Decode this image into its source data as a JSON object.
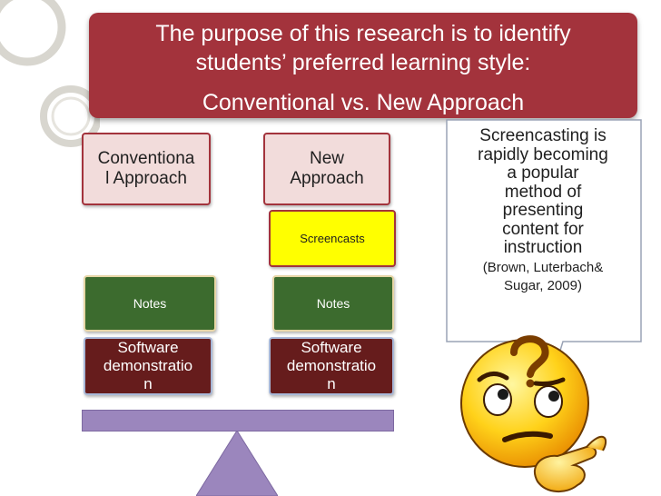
{
  "banner": {
    "line1": "The purpose of this research is to identify",
    "line2": "students’ preferred learning style:",
    "line3": "Conventional vs. New Approach"
  },
  "conventional": {
    "title_line1": "Conventiona",
    "title_line2": "l Approach",
    "notes": "Notes",
    "software_line1": "Software",
    "software_line2": "demonstratio",
    "software_line3": "n"
  },
  "new_approach": {
    "title_line1": "New",
    "title_line2": "Approach",
    "screencasts": "Screencasts",
    "notes": "Notes",
    "software_line1": "Software",
    "software_line2": "demonstratio",
    "software_line3": "n"
  },
  "bubble": {
    "lines": [
      "Screencasting is",
      "rapidly becoming",
      "a popular",
      "method of",
      "presenting",
      "content for",
      "instruction"
    ],
    "citation_line1": "(Brown, Luterbach&",
    "citation_line2": "Sugar, 2009)"
  },
  "colors": {
    "banner": "#a3333c",
    "pink_box": "#f2dcdb",
    "yellow_box": "#ffff00",
    "green_box": "#3c6b2e",
    "maroon_box": "#661c1c",
    "beam": "#9b86bd"
  },
  "icons": {
    "decor": "concentric-rings",
    "thinker": "thinking-face-emoticon"
  }
}
